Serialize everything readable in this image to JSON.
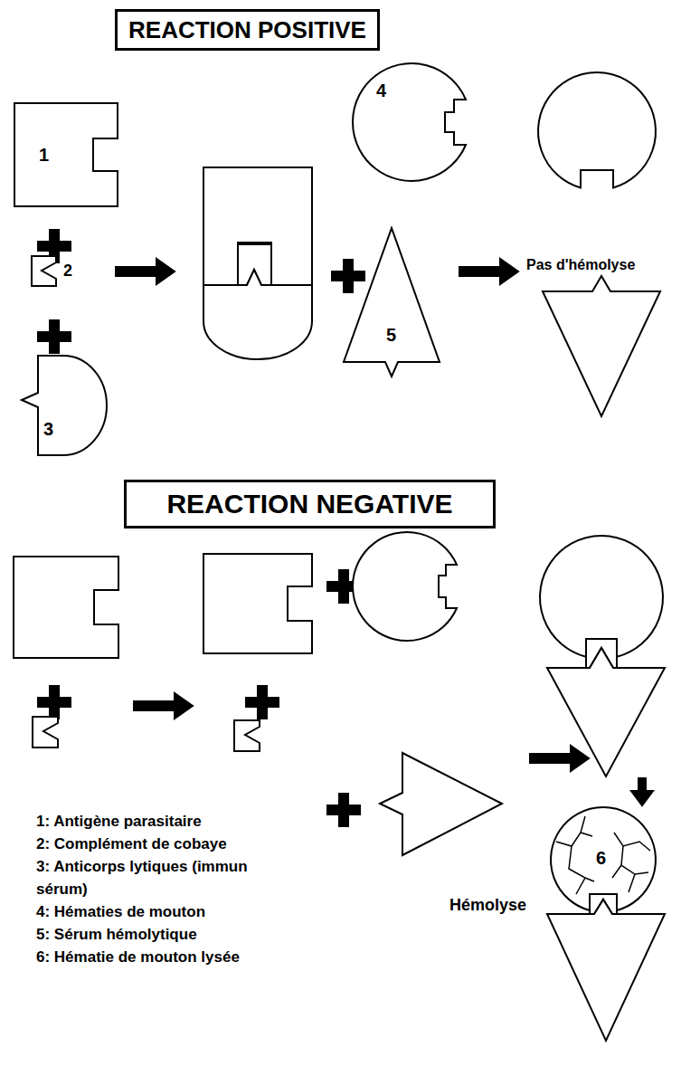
{
  "diagram": {
    "nodes": [
      {
        "text": [
          "REACTION POSITIVE"
        ]
      },
      {
        "text": [
          "1"
        ]
      },
      {
        "text": [
          "2"
        ]
      },
      {
        "text": [
          "3"
        ]
      },
      {
        "text": [
          "4"
        ]
      },
      {
        "text": [
          "5"
        ]
      },
      {
        "text": [
          "REACTION NEGATIVE"
        ]
      },
      {
        "text": [
          "6"
        ]
      }
    ],
    "labels": [
      "Pas d'hémolyse",
      "Hémolyse",
      "1: Antigène parasitaire",
      "2: Complément de cobaye",
      "3: Anticorps lytiques (immun sérum)",
      "4: Hématies de mouton",
      "5: Sérum hémolytique",
      "6: Hématie de mouton lysée"
    ]
  }
}
